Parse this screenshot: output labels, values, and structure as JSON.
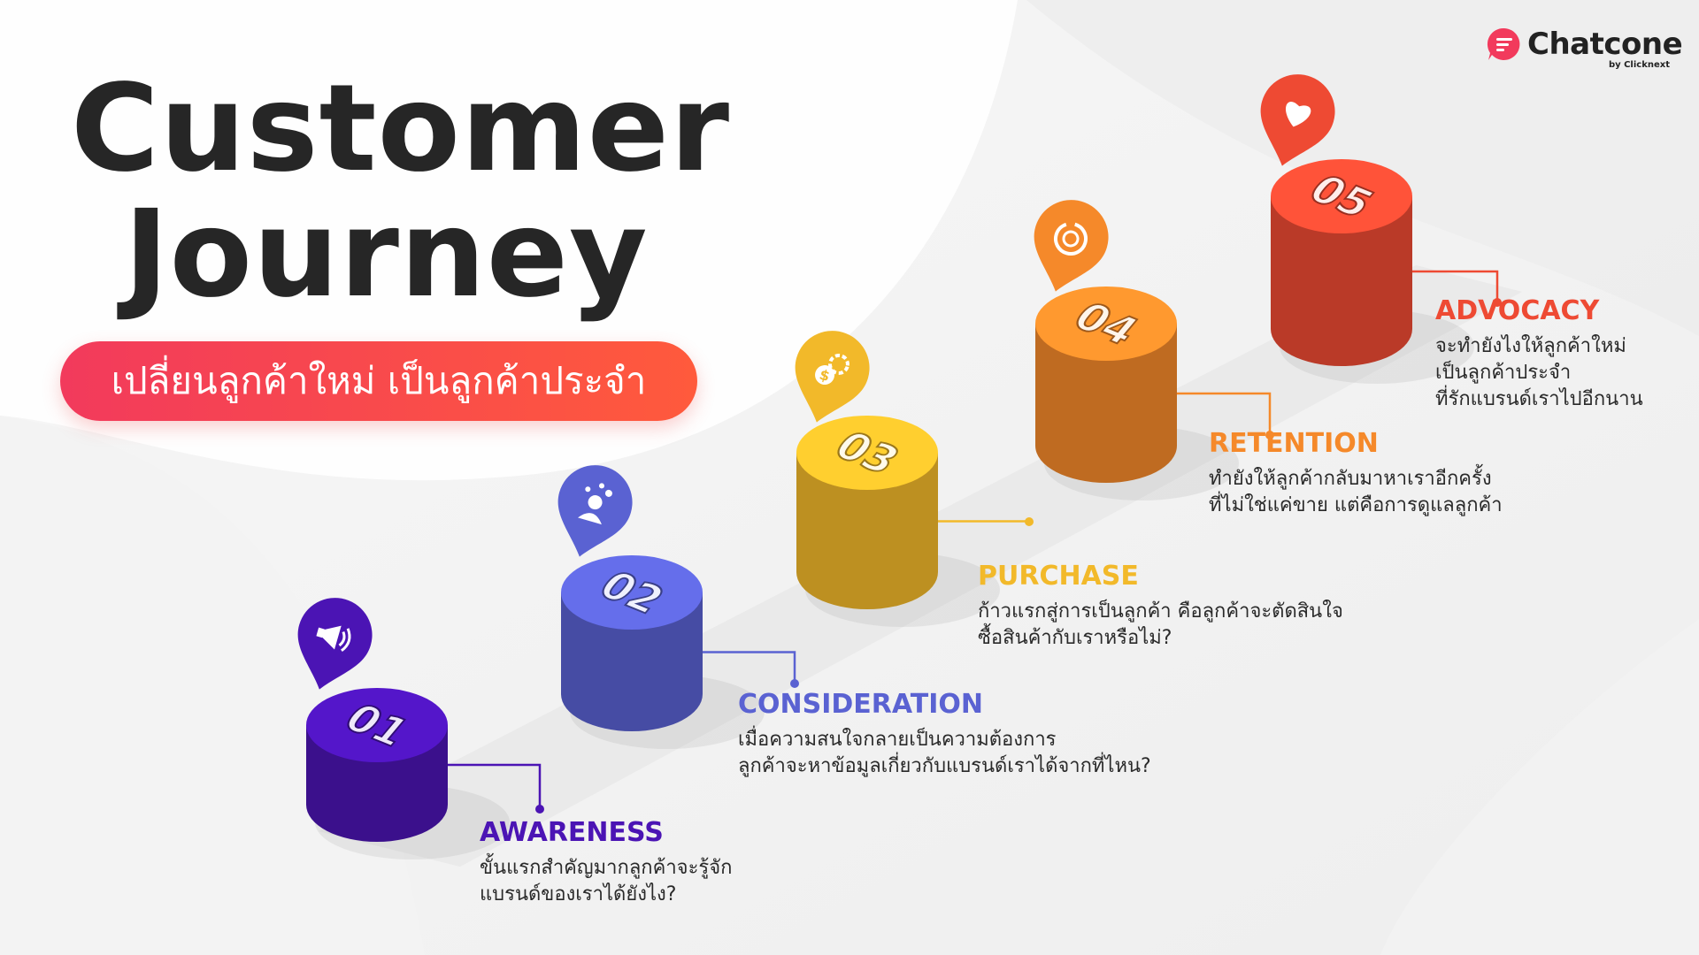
{
  "title": {
    "line1": "Customer",
    "line2": "Journey",
    "subtitle": "เปลี่ยนลูกค้าใหม่ เป็นลูกค้าประจำ"
  },
  "brand": {
    "name": "Chatcone",
    "byline": "by Clicknext",
    "color": "#f23a5c"
  },
  "stages": [
    {
      "number": "01",
      "title": "AWARENESS",
      "color": "#4b14b4",
      "desc": "ขั้นแรกสำคัญมากลูกค้าจะรู้จัก\nแบรนด์ของเราได้ยังไง?",
      "icon": "megaphone-icon"
    },
    {
      "number": "02",
      "title": "CONSIDERATION",
      "color": "#5a62d2",
      "desc": "เมื่อความสนใจกลายเป็นความต้องการ\nลูกค้าจะหาข้อมูลเกี่ยวกับแบรนด์เราได้จากที่ไหน?",
      "icon": "thinking-person-icon"
    },
    {
      "number": "03",
      "title": "PURCHASE",
      "color": "#f2b92a",
      "desc": "ก้าวแรกสู่การเป็นลูกค้า คือลูกค้าจะตัดสินใจ\nซื้อสินค้ากับเราหรือไม่?",
      "icon": "money-gear-icon"
    },
    {
      "number": "04",
      "title": "RETENTION",
      "color": "#f5892a",
      "desc": "ทำยังให้ลูกค้ากลับมาหาเราอีกครั้ง\nที่ไม่ใช่แค่ขาย แต่คือการดูแลลูกค้า",
      "icon": "loyalty-cycle-icon"
    },
    {
      "number": "05",
      "title": "ADVOCACY",
      "color": "#ee4a33",
      "desc": "จะทำยังไงให้ลูกค้าใหม่\nเป็นลูกค้าประจำ\nที่รักแบรนด์เราไปอีกนาน",
      "icon": "heart-icon"
    }
  ]
}
